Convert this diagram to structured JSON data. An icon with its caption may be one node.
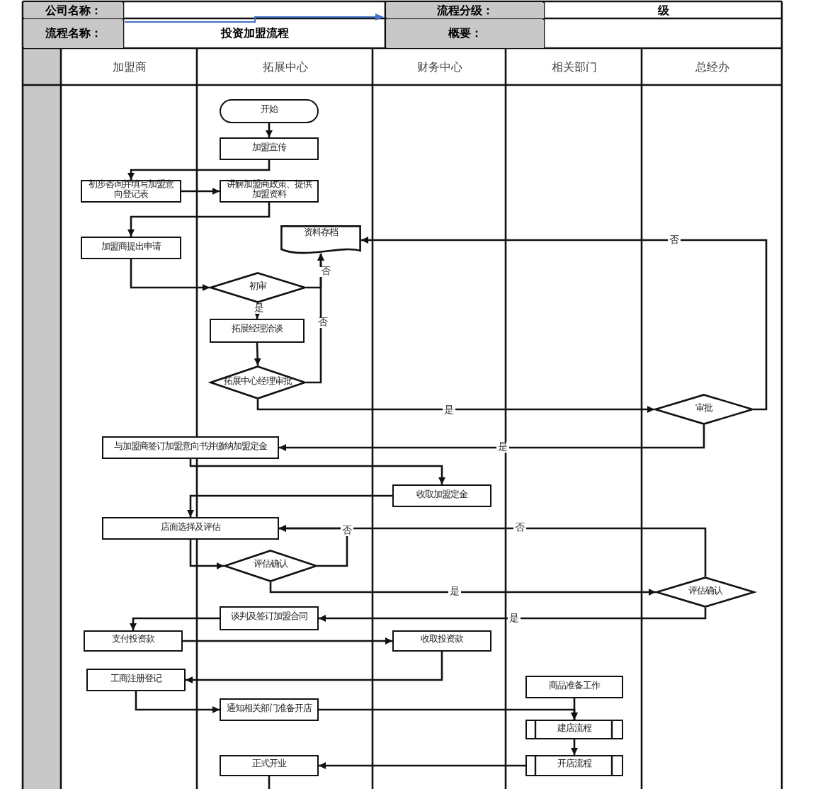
{
  "diagram": {
    "nodes": [
      {
        "text": [
          "开始"
        ]
      },
      {
        "text": [
          "加盟宣传"
        ]
      },
      {
        "text": [
          "初步咨询并填写加盟意向登记表"
        ]
      },
      {
        "text": [
          "讲解加盟商政策、提供加盟资料"
        ]
      },
      {
        "text": [
          "加盟商提出申请"
        ]
      },
      {
        "text": [
          "资料存档"
        ]
      },
      {
        "text": [
          "初审"
        ]
      },
      {
        "text": [
          "拓展经理洽谈"
        ]
      },
      {
        "text": [
          "拓展中心经理审批"
        ]
      },
      {
        "text": [
          "审批"
        ]
      },
      {
        "text": [
          "与加盟商签订加盟意向书并缴纳加盟定金"
        ]
      },
      {
        "text": [
          "收取加盟定金"
        ]
      },
      {
        "text": [
          "店面选择及评估"
        ]
      },
      {
        "text": [
          "评估确认"
        ]
      },
      {
        "text": [
          "评估确认"
        ]
      },
      {
        "text": [
          "谈判及签订加盟合同"
        ]
      },
      {
        "text": [
          "支付投资款"
        ]
      },
      {
        "text": [
          "收取投资款"
        ]
      },
      {
        "text": [
          "工商注册登记"
        ]
      },
      {
        "text": [
          "商品准备工作"
        ]
      },
      {
        "text": [
          "通知相关部门准备开店"
        ]
      },
      {
        "text": [
          "建店流程"
        ]
      },
      {
        "text": [
          "开店流程"
        ]
      },
      {
        "text": [
          "正式开业"
        ]
      }
    ],
    "edges": [
      {
        "from": 0,
        "to": 1,
        "arrow": "to"
      },
      {
        "from": 1,
        "to": 2,
        "arrow": "to"
      },
      {
        "from": 2,
        "to": 3,
        "arrow": "to"
      },
      {
        "from": 3,
        "to": 4,
        "arrow": "to"
      },
      {
        "from": 4,
        "to": 6,
        "arrow": "to"
      },
      {
        "from": 6,
        "to": 5,
        "arrow": "to",
        "label": "否"
      },
      {
        "from": 6,
        "to": 7,
        "arrow": "to",
        "label": "是"
      },
      {
        "from": 7,
        "to": 8,
        "arrow": "to"
      },
      {
        "from": 8,
        "to": 5,
        "arrow": "to",
        "label": "否"
      },
      {
        "from": 8,
        "to": 9,
        "arrow": "to",
        "label": "是"
      },
      {
        "from": 9,
        "to": 5,
        "arrow": "to",
        "label": "否"
      },
      {
        "from": 9,
        "to": 10,
        "arrow": "to",
        "label": "是"
      },
      {
        "from": 10,
        "to": 11,
        "arrow": "to"
      },
      {
        "from": 11,
        "to": 12,
        "arrow": "to"
      },
      {
        "from": 12,
        "to": 13,
        "arrow": "to"
      },
      {
        "from": 13,
        "to": 12,
        "arrow": "to",
        "label": "否"
      },
      {
        "from": 13,
        "to": 14,
        "arrow": "to",
        "label": "是"
      },
      {
        "from": 14,
        "to": 12,
        "arrow": "to",
        "label": "否"
      },
      {
        "from": 14,
        "to": 15,
        "arrow": "to",
        "label": "是"
      },
      {
        "from": 15,
        "to": 16,
        "arrow": "to"
      },
      {
        "from": 16,
        "to": 17,
        "arrow": "to"
      },
      {
        "from": 17,
        "to": 18,
        "arrow": "to"
      },
      {
        "from": 18,
        "to": 20,
        "arrow": "to"
      },
      {
        "from": 20,
        "to": 21,
        "arrow": "to"
      },
      {
        "from": 19,
        "to": 21,
        "arrow": "to"
      },
      {
        "from": 21,
        "to": 22,
        "arrow": "to"
      },
      {
        "from": 22,
        "to": 23,
        "arrow": "to"
      },
      {
        "from": 23,
        "to": null,
        "arrow": "none"
      }
    ],
    "labels": [
      "公司名称：",
      "流程分级：",
      "级",
      "流程名称：",
      "投资加盟流程",
      "概要：",
      "加盟商",
      "拓展中心",
      "财务中心",
      "相关部门",
      "总经办"
    ]
  }
}
